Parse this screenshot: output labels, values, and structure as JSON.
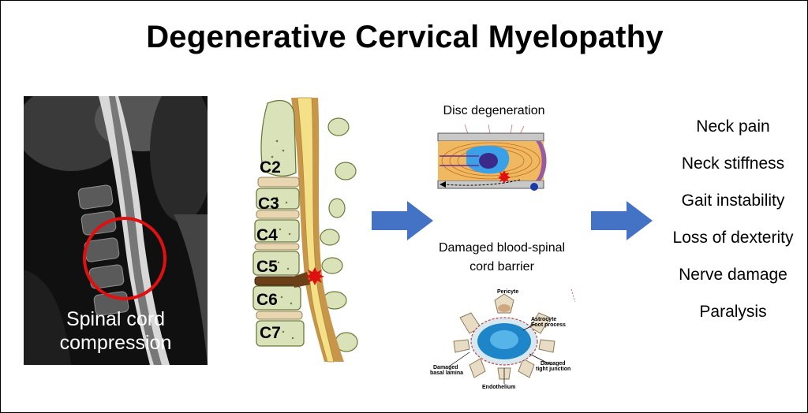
{
  "title": "Degenerative Cervical Myelopathy",
  "mri": {
    "caption_line1": "Spinal cord",
    "caption_line2": "compression"
  },
  "spine": {
    "vertebrae": [
      "C2",
      "C3",
      "C4",
      "C5",
      "C6",
      "C7"
    ]
  },
  "disc_degeneration": {
    "label": "Disc degeneration"
  },
  "bscb": {
    "label_line1": "Damaged blood-spinal",
    "label_line2": "cord barrier",
    "parts": {
      "pericyte": "Pericyte",
      "astrocyte_line1": "Astrocyte",
      "astrocyte_line2": "Foot process",
      "basal_line1": "Damaged",
      "basal_line2": "basal lamina",
      "endothelium": "Endothelium",
      "tight_line1": "Damaged",
      "tight_line2": "tight junction"
    }
  },
  "symptoms": [
    "Neck pain",
    "Neck stiffness",
    "Gait instability",
    "Loss of dexterity",
    "Nerve damage",
    "Paralysis"
  ],
  "colors": {
    "arrow": "#4472c4",
    "compression_circle": "#e01010",
    "bone": "#d9e2b8",
    "cord": "#f5e08a",
    "disc": "#e8d6b0"
  }
}
